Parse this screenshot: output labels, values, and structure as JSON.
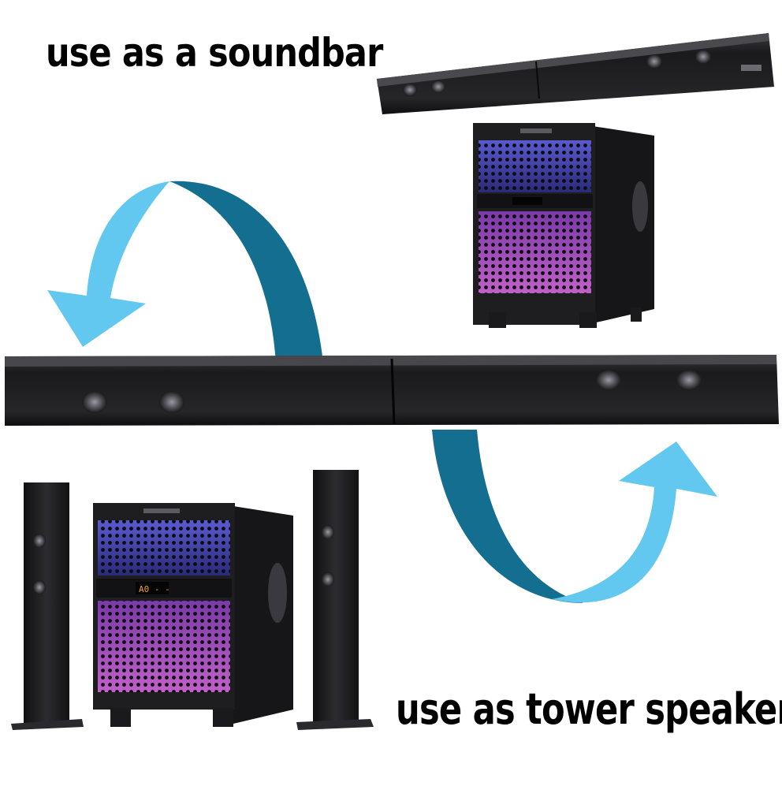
{
  "captions": {
    "top": "use as a soundbar",
    "bottom": "use as tower speakers"
  },
  "device": {
    "display_readout": "A0 - -"
  },
  "colors": {
    "arrow_light": "#62c8f0",
    "arrow_dark": "#136e90",
    "speaker_body": "#1b1b1d",
    "grille_blue": "#4a4bb8",
    "grille_purple": "#a04bb0",
    "display_amber": "#f0a020"
  },
  "icons": {
    "arrows": "rotate-arrow-icon",
    "brand": "brand-logo-icon"
  }
}
